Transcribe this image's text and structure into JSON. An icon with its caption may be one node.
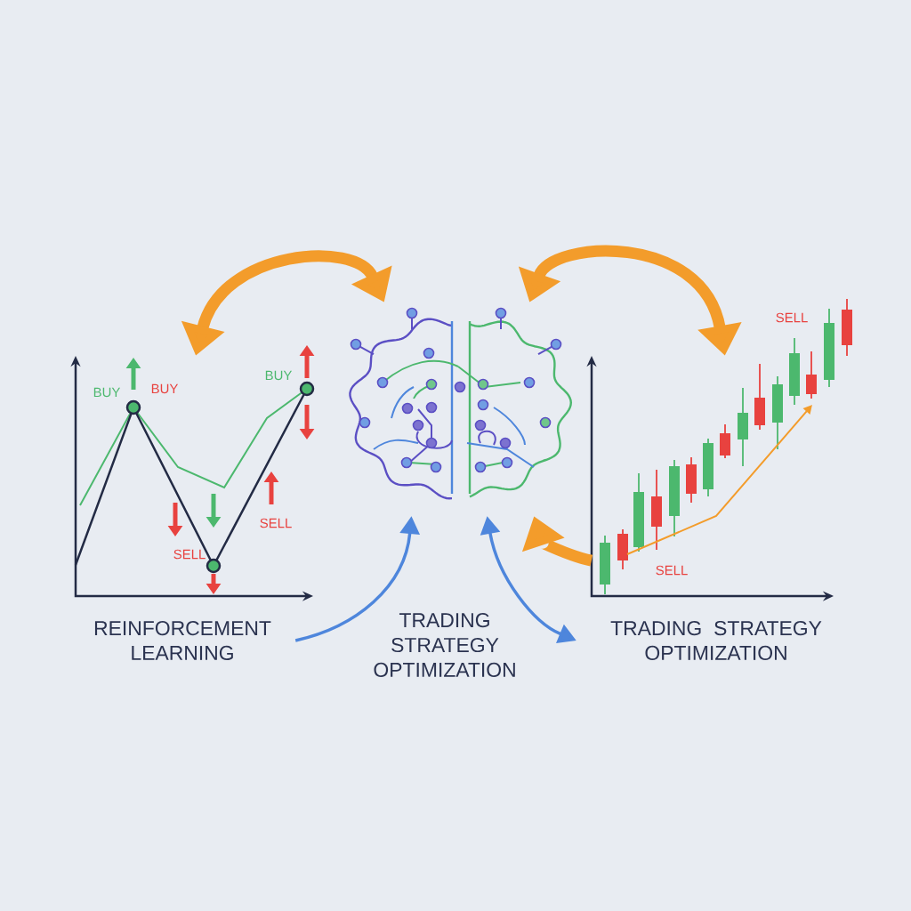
{
  "diagram": {
    "nodes": [
      {
        "text": [
          "REINFORCEMENT LEARNING"
        ]
      },
      {
        "text": [],
        "shape": "picture"
      },
      {
        "text": [],
        "shape": "picture"
      },
      {
        "text": [
          "TRADING STRATEGY OPTIMIZATION"
        ]
      },
      {
        "text": [],
        "shape": "picture"
      },
      {
        "text": [
          "TRADING STRATEGY OPTIMIZATION"
        ]
      }
    ],
    "edges": [
      {
        "from": 1,
        "to": 2,
        "arrow": "both"
      },
      {
        "from": 2,
        "to": 4,
        "arrow": "both"
      },
      {
        "from": 4,
        "to": 2,
        "arrow": "to"
      },
      {
        "from": 0,
        "to": 2,
        "arrow": "to",
        "color": "#4e86dc"
      },
      {
        "from": 2,
        "to": 5,
        "arrow": "both",
        "color": "#4e86dc"
      }
    ],
    "labels": [
      "BUY",
      "BUY",
      "BUY",
      "SELL",
      "SELL",
      "SELL",
      "SELL"
    ]
  }
}
